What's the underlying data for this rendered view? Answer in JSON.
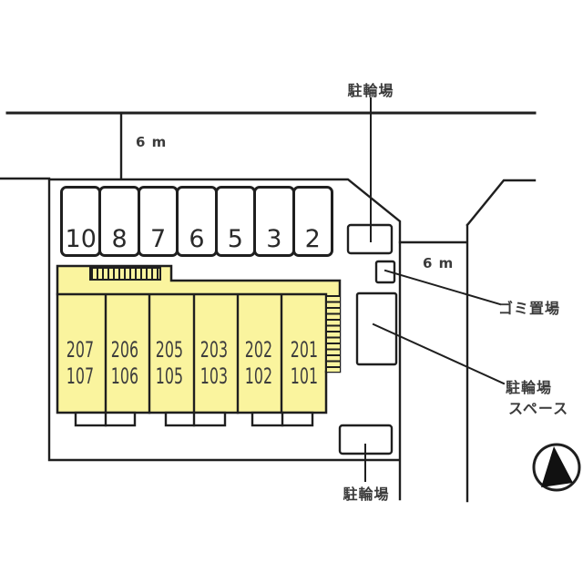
{
  "colors": {
    "building_fill": "#FAF49E",
    "line": "#1f1f1f"
  },
  "roads": {
    "top_width_label": "6 m",
    "right_width_label": "6 m"
  },
  "labels": {
    "bicycle_parking_top": "駐輪場",
    "bicycle_parking_bottom": "駐輪場",
    "garbage_area": "ゴミ置場",
    "bicycle_space_line1": "駐輪場",
    "bicycle_space_line2": "スペース"
  },
  "parking": {
    "stalls": [
      {
        "number": "10"
      },
      {
        "number": "8"
      },
      {
        "number": "7"
      },
      {
        "number": "6"
      },
      {
        "number": "5"
      },
      {
        "number": "3"
      },
      {
        "number": "2"
      }
    ]
  },
  "building": {
    "units": [
      {
        "upper": "207",
        "lower": "107"
      },
      {
        "upper": "206",
        "lower": "106"
      },
      {
        "upper": "205",
        "lower": "105"
      },
      {
        "upper": "203",
        "lower": "103"
      },
      {
        "upper": "202",
        "lower": "102"
      },
      {
        "upper": "201",
        "lower": "101"
      }
    ]
  },
  "compass": {
    "icon": "north-arrow"
  }
}
